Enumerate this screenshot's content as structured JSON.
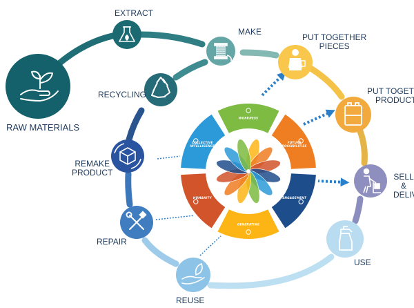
{
  "labels": {
    "raw_materials": "RAW MATERIALS",
    "extract": "EXTRACT",
    "make": "MAKE",
    "put_together_pieces": [
      "PUT TOGETHER",
      "PIECES"
    ],
    "put_together_products": [
      "PUT TOGETHER",
      "PRODUCTS"
    ],
    "sell_deliver": [
      "SELL",
      "&",
      "DELIVER"
    ],
    "use": "USE",
    "reuse": "REUSE",
    "repair": "REPAIR",
    "remake_product": [
      "REMAKE",
      "PRODUCT"
    ],
    "recycling": "RECYCLING"
  },
  "wheel_segments": [
    "WORKNESS",
    "FUTURE POSSIBILITIES",
    "ENGAGEMENT",
    "GENERATING",
    "HUMANITY",
    "COLLECTIVE INTELLIGENCE"
  ],
  "icons": {
    "raw_materials": "hand-sprout-icon",
    "extract": "flask-icon",
    "make": "spool-icon",
    "put_together_pieces": "worker-icon",
    "put_together_products": "battery-icon",
    "sell_deliver": "delivery-person-icon",
    "use": "spray-bottle-icon",
    "reuse": "hand-leaf-icon",
    "repair": "wrench-screwdriver-icon",
    "remake_product": "box-cycle-icon",
    "recycling": "recycle-icon"
  },
  "colors": {
    "dark_teal": "#14616b",
    "teal": "#4f9a9c",
    "light_teal": "#82b8b4",
    "yellow": "#f7c548",
    "orange": "#f5a63a",
    "gold": "#e9b341",
    "lavender": "#8f8fbf",
    "navy": "#2c4f86",
    "blue": "#3a6fb6",
    "light_blue": "#8ec2e6",
    "pale_blue": "#b9dcf2",
    "green_seg": "#7dbb42",
    "orange_seg": "#ef7d22",
    "navy_seg": "#1e4d8c",
    "yellow_seg": "#fdb515",
    "red_seg": "#d1542b",
    "blue_seg": "#2c9ad8",
    "label_text": "#1e3a5c"
  }
}
